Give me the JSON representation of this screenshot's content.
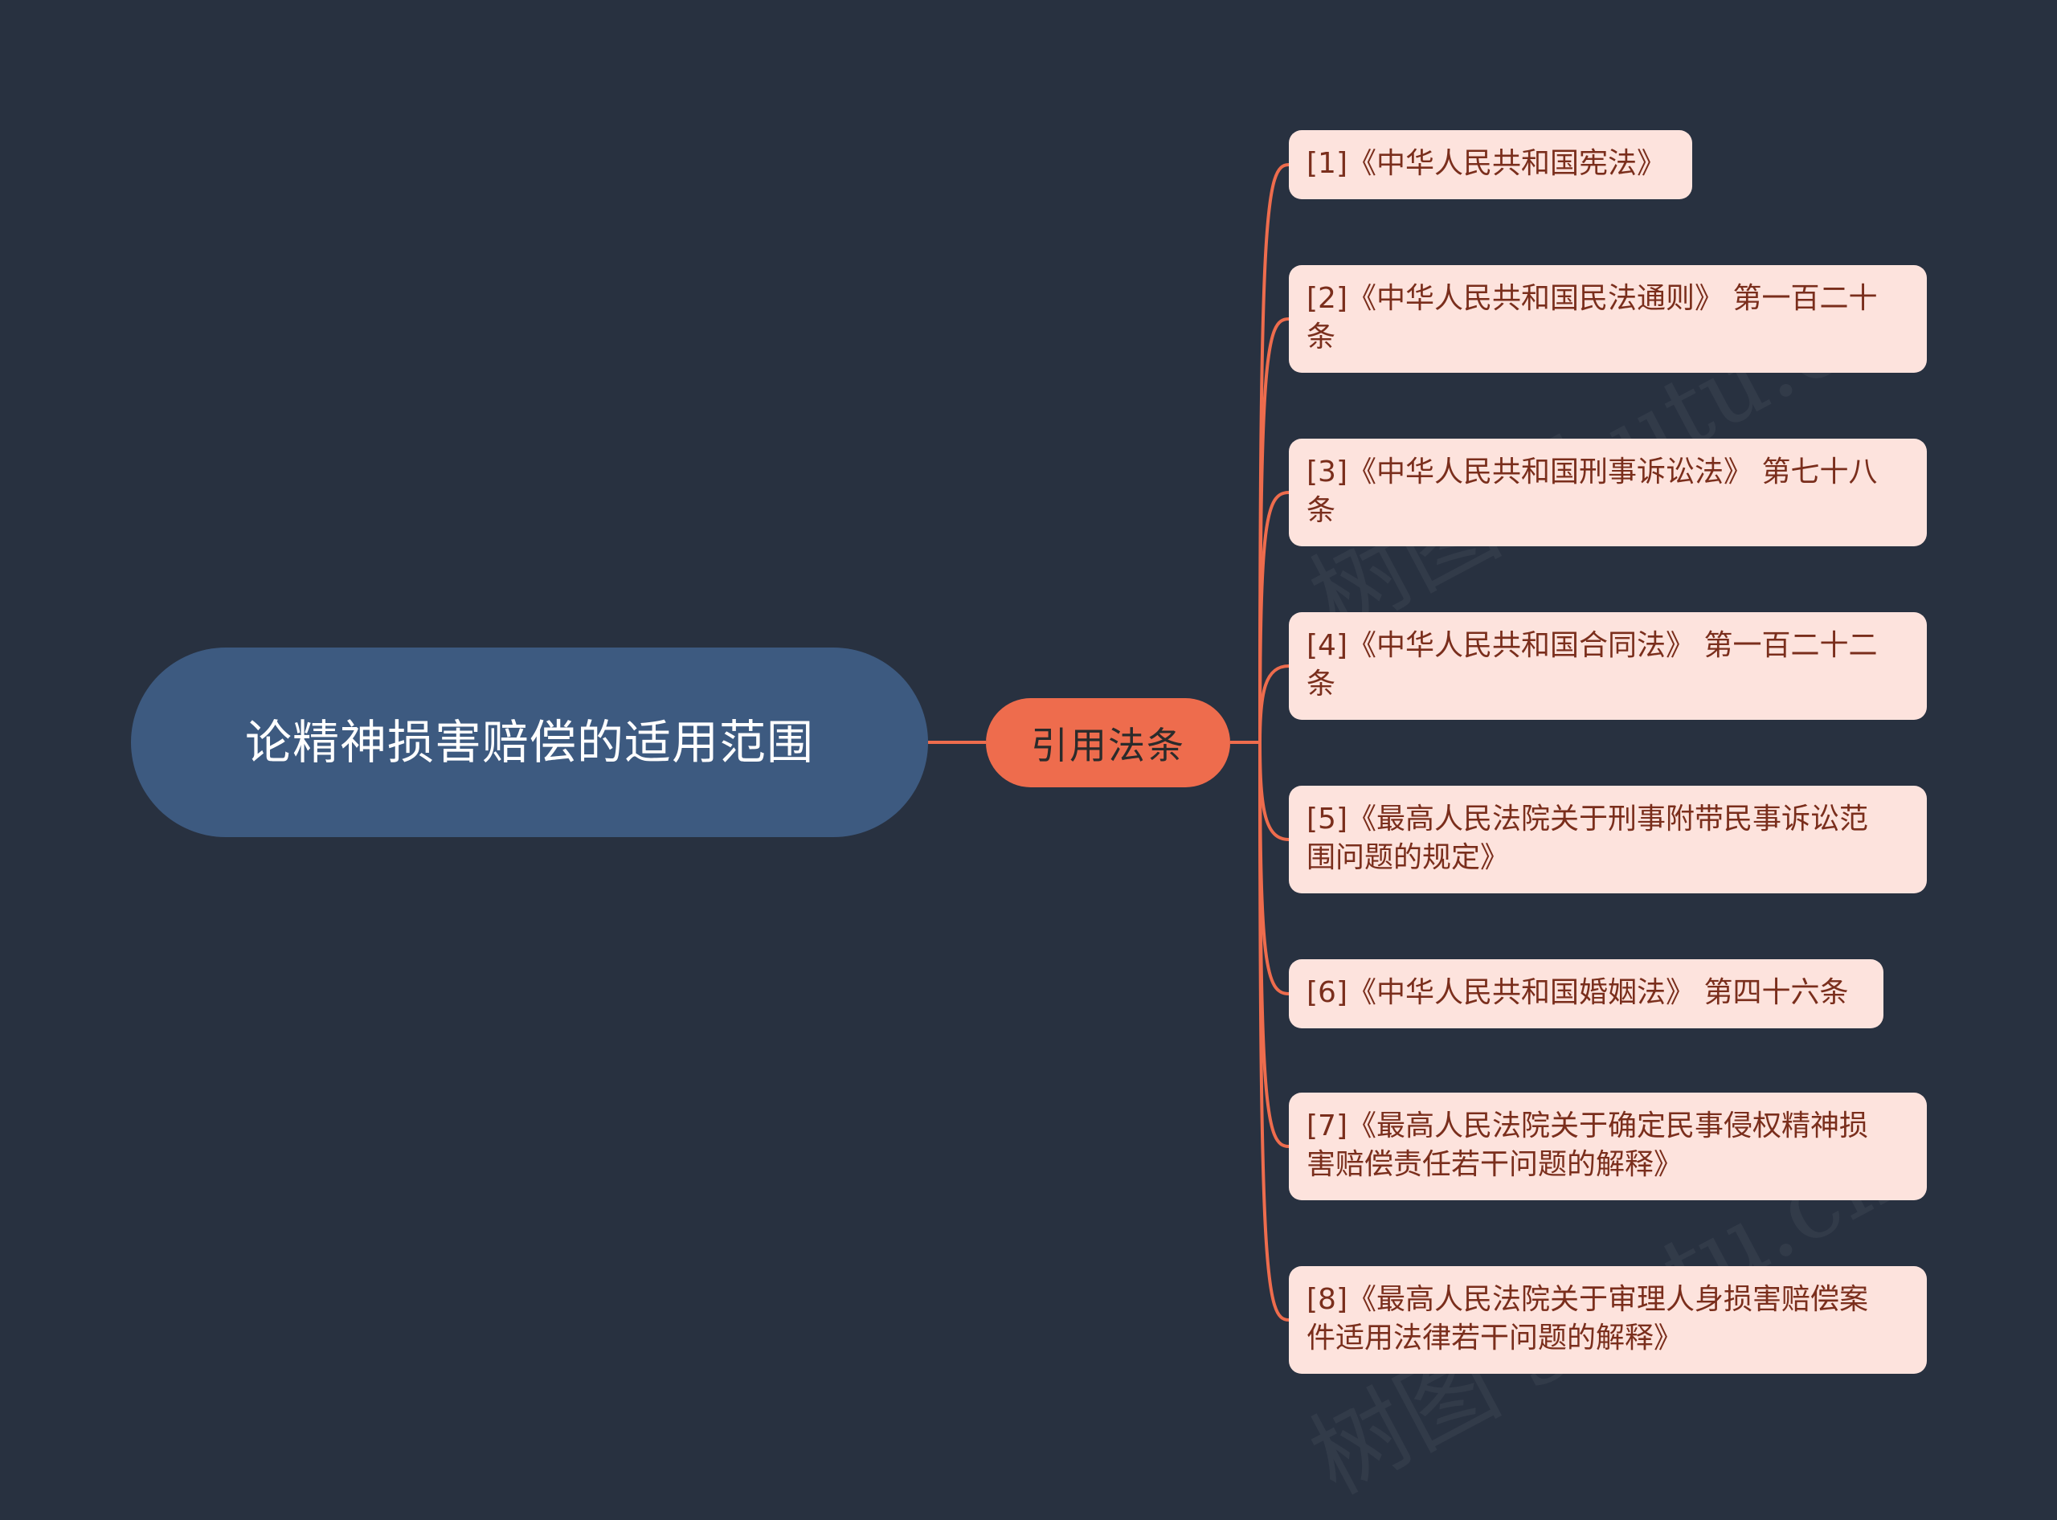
{
  "colors": {
    "background": "#283140",
    "root_fill": "#3d5a80",
    "branch_fill": "#ee6c4d",
    "leaf_fill": "#fde3dd",
    "leaf_text": "#7a2e1c",
    "connector": "#ee6c4d"
  },
  "root": {
    "label": "论精神损害赔偿的适用范围"
  },
  "branch": {
    "label": "引用法条"
  },
  "leaves": [
    {
      "label": "[1]《中华人民共和国宪法》"
    },
    {
      "label": "[2]《中华人民共和国民法通则》 第一百二十\n条"
    },
    {
      "label": "[3]《中华人民共和国刑事诉讼法》 第七十八\n条"
    },
    {
      "label": "[4]《中华人民共和国合同法》 第一百二十二\n条"
    },
    {
      "label": "[5]《最高人民法院关于刑事附带民事诉讼范\n围问题的规定》"
    },
    {
      "label": "[6]《中华人民共和国婚姻法》 第四十六条"
    },
    {
      "label": "[7]《最高人民法院关于确定民事侵权精神损\n害赔偿责任若干问题的解释》"
    },
    {
      "label": "[8]《最高人民法院关于审理人身损害赔偿案\n件适用法律若干问题的解释》"
    }
  ],
  "watermarks": [
    "树图 shutu.cn",
    "树图 shutu.cn"
  ]
}
